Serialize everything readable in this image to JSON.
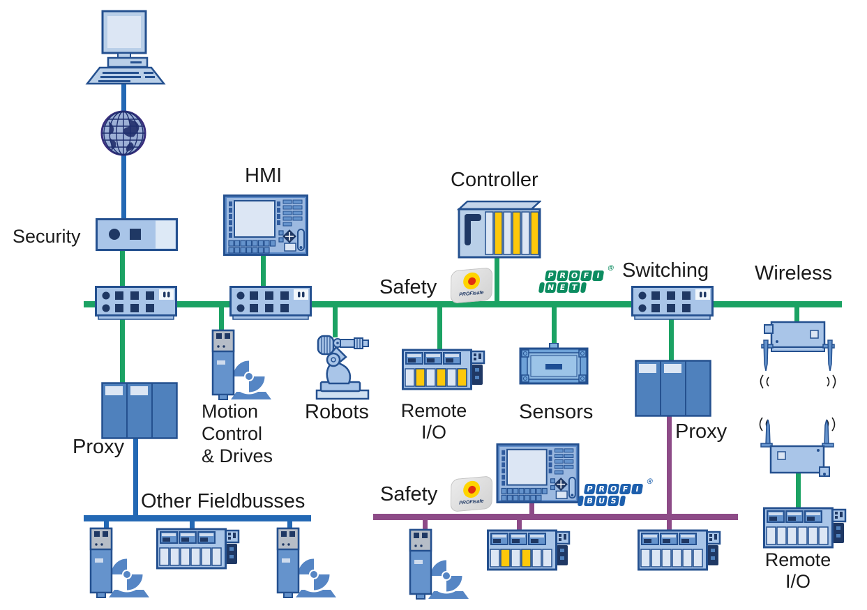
{
  "labels": {
    "security": "Security",
    "hmi": "HMI",
    "controller": "Controller",
    "safety_top": "Safety",
    "switching": "Switching",
    "wireless": "Wireless",
    "motion_line1": "Motion",
    "motion_line2": "Control",
    "motion_line3": "& Drives",
    "robots": "Robots",
    "remote_io_line1": "Remote",
    "remote_io_line2": "I/O",
    "sensors": "Sensors",
    "proxy_left": "Proxy",
    "proxy_right": "Proxy",
    "other_fieldbusses": "Other Fieldbusses",
    "safety_bottom": "Safety",
    "remote_io_br_line1": "Remote",
    "remote_io_br_line2": "I/O"
  },
  "logos": {
    "profisafe": {
      "name": "PROFIsafe"
    },
    "profinet": {
      "top": [
        "P",
        "R",
        "O",
        "F",
        "I"
      ],
      "bottom": [
        "N",
        "E",
        "T"
      ],
      "reg": "®"
    },
    "profibus": {
      "top": [
        "P",
        "R",
        "O",
        "F",
        "I"
      ],
      "bottom": [
        "B",
        "U",
        "S"
      ],
      "reg": "®"
    }
  },
  "icons": [
    "computer-icon",
    "internet-globe-icon",
    "security-appliance-icon",
    "ethernet-switch-icon",
    "hmi-panel-icon",
    "controller-plc-icon",
    "drive-with-motor-icon",
    "robot-arm-icon",
    "remote-io-rack-icon",
    "sensor-device-icon",
    "proxy-gateway-icon",
    "wireless-access-point-icon"
  ],
  "colors": {
    "bus_profinet": "#1ba263",
    "bus_fieldbus": "#2368b4",
    "bus_profibus": "#8d4b87",
    "device_fill": "#a9c5e8",
    "device_border": "#24508f",
    "dark_navy": "#1f3864",
    "module_yellow": "#fdc80a",
    "logo_green": "#0c8c60",
    "logo_blue": "#1d5fad",
    "safety_yellow": "#ffd400",
    "safety_red": "#e03010"
  }
}
